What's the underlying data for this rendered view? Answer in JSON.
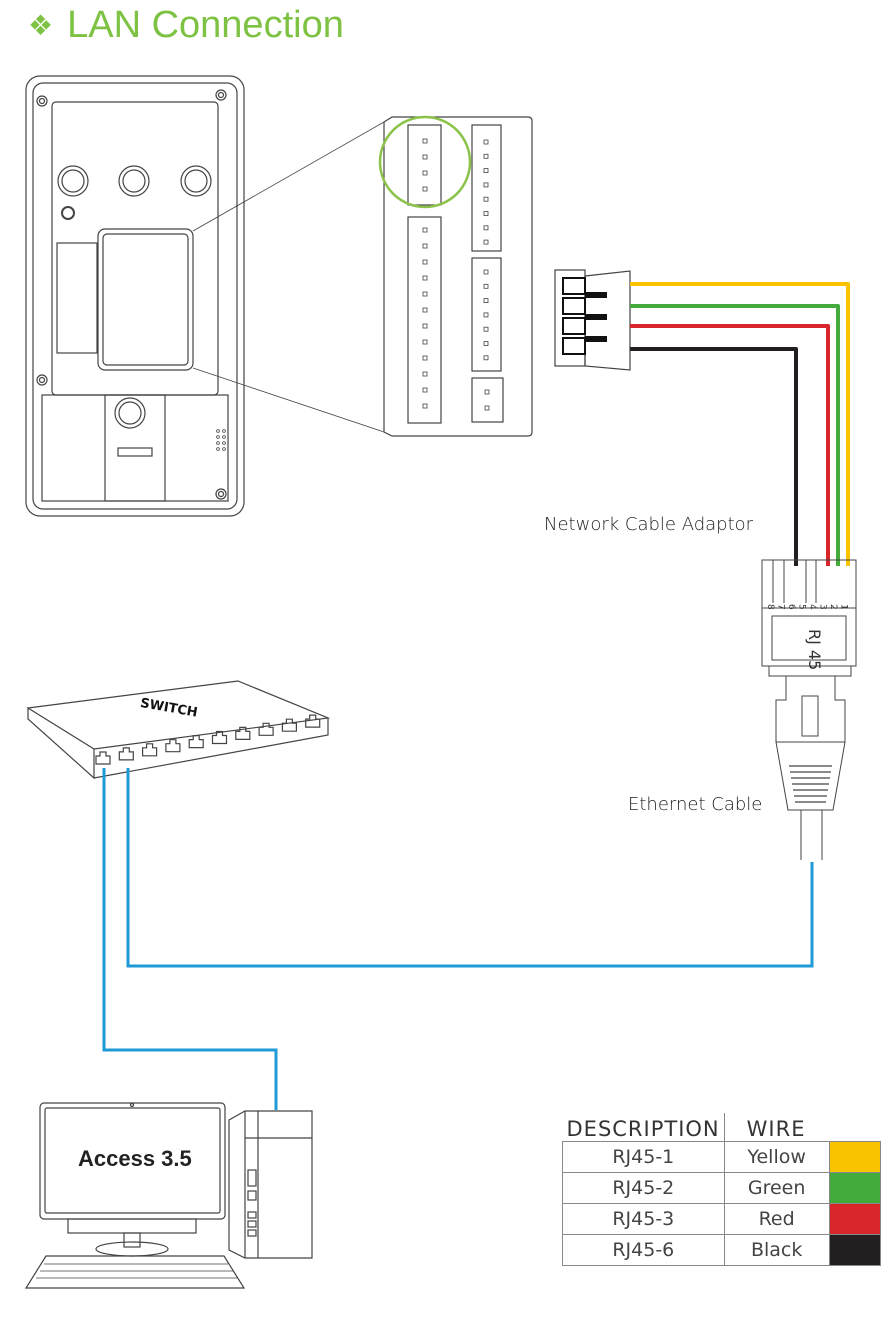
{
  "title": {
    "icon": "four-diamonds-icon",
    "glyph": "❖",
    "text": "LAN Connection",
    "color": "#7dc242"
  },
  "labels": {
    "network_cable_adaptor": "Network Cable Adaptor",
    "ethernet_cable": "Ethernet Cable",
    "switch": "SWITCH",
    "rj45": "RJ 45",
    "computer_screen": "Access 3.5"
  },
  "rj45_pins": [
    "8",
    "7",
    "6",
    "5",
    "4",
    "3",
    "2",
    "1"
  ],
  "colors": {
    "yellow": "#f9c300",
    "green": "#45aa3c",
    "red": "#d8262b",
    "black": "#231f20",
    "blue": "#1e9ad6",
    "highlight": "#8bc34a"
  },
  "wire_table": {
    "headers": [
      "DESCRIPTION",
      "WIRE"
    ],
    "rows": [
      {
        "description": "RJ45-1",
        "wire": "Yellow",
        "color": "#f9c300"
      },
      {
        "description": "RJ45-2",
        "wire": "Green",
        "color": "#45aa3c"
      },
      {
        "description": "RJ45-3",
        "wire": "Red",
        "color": "#d8262b"
      },
      {
        "description": "RJ45-6",
        "wire": "Black",
        "color": "#231f20"
      }
    ]
  }
}
